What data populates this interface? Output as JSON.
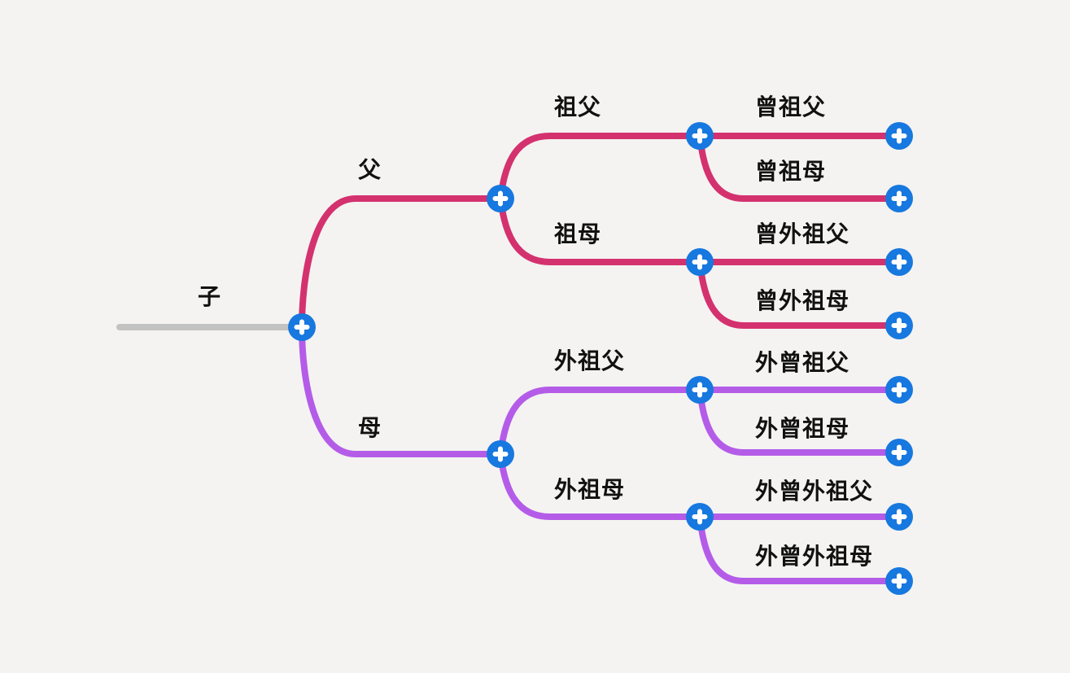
{
  "colors": {
    "background": "#f4f3f1",
    "root_line": "#c2c2c2",
    "paternal_branch": "#d4316f",
    "maternal_branch": "#b45ce8",
    "add_button": "#1778df",
    "add_button_glyph": "#ffffff",
    "label_text": "#111111"
  },
  "icons": {
    "add_button": "plus-icon"
  },
  "mindmap": {
    "root": {
      "label": "子",
      "children": [
        {
          "label": "父",
          "children": [
            {
              "label": "祖父",
              "children": [
                {
                  "label": "曾祖父"
                },
                {
                  "label": "曾祖母"
                }
              ]
            },
            {
              "label": "祖母",
              "children": [
                {
                  "label": "曾外祖父"
                },
                {
                  "label": "曾外祖母"
                }
              ]
            }
          ]
        },
        {
          "label": "母",
          "children": [
            {
              "label": "外祖父",
              "children": [
                {
                  "label": "外曾祖父"
                },
                {
                  "label": "外曾祖母"
                }
              ]
            },
            {
              "label": "外祖母",
              "children": [
                {
                  "label": "外曾外祖父"
                },
                {
                  "label": "外曾外祖母"
                }
              ]
            }
          ]
        }
      ]
    }
  }
}
